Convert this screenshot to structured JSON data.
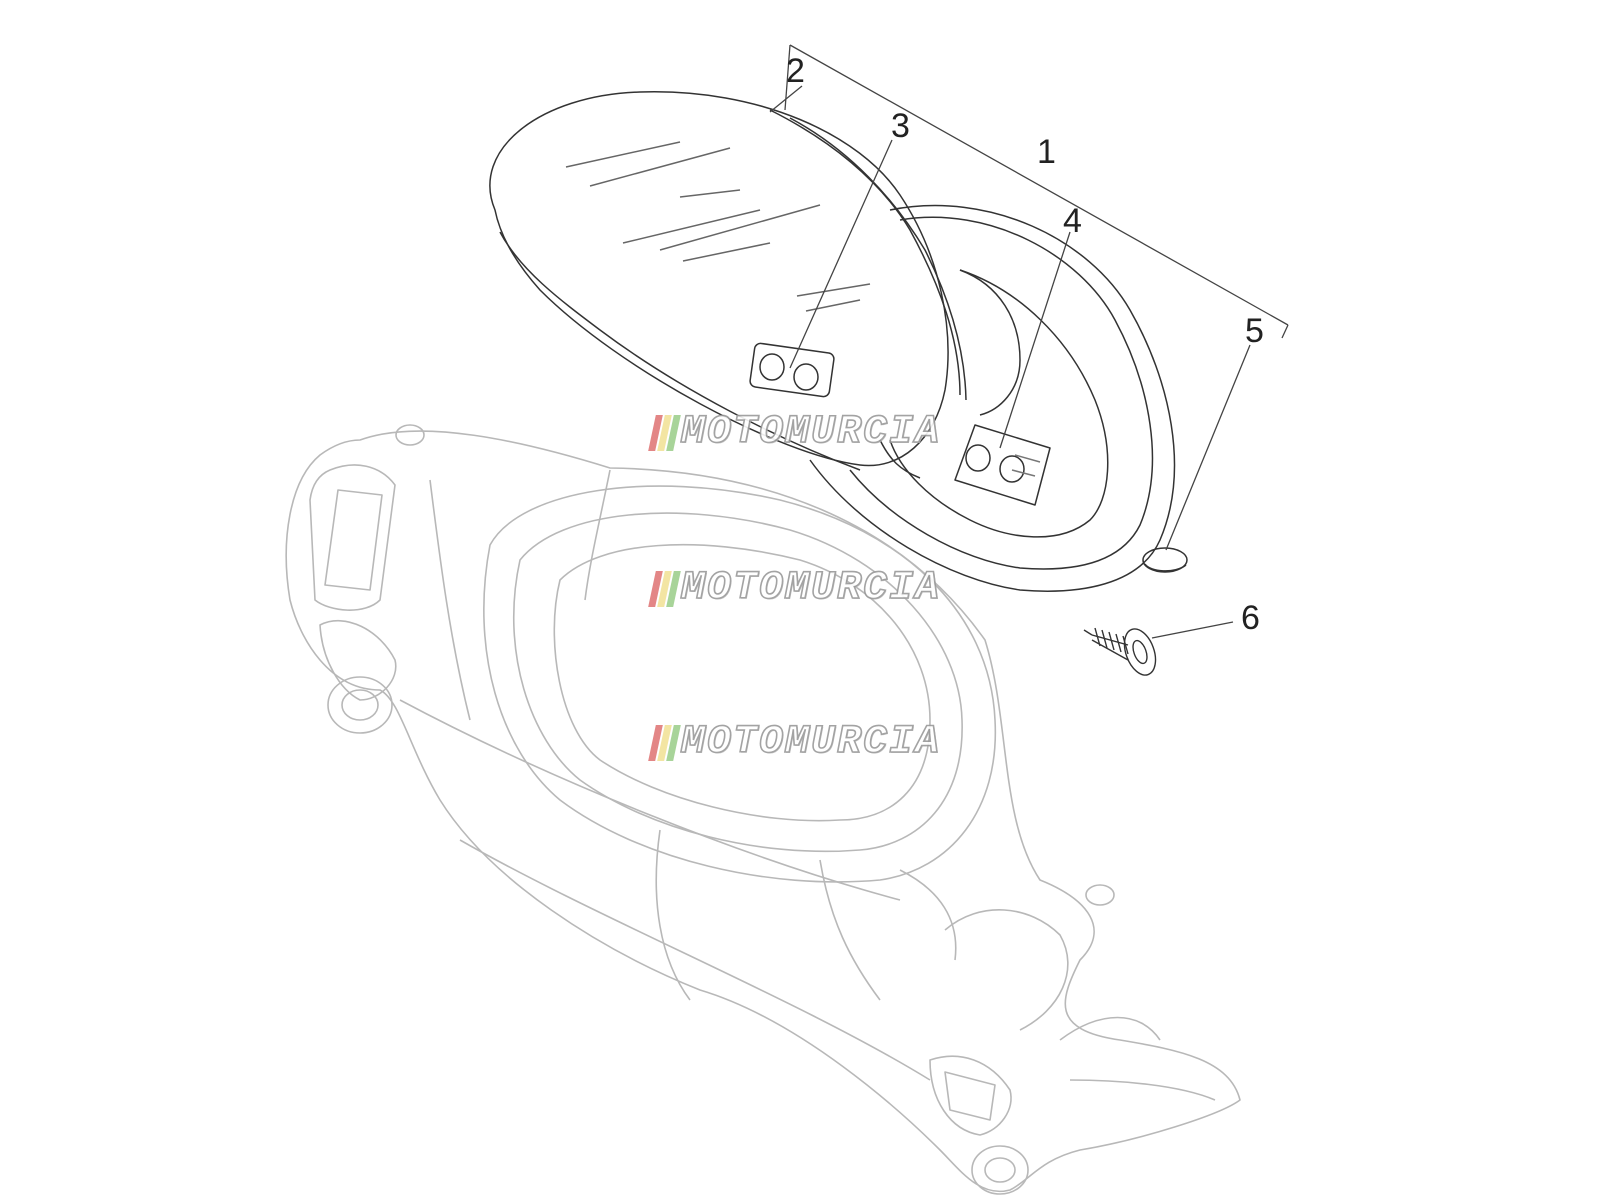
{
  "diagram": {
    "callouts": [
      {
        "id": "1",
        "label": "1"
      },
      {
        "id": "2",
        "label": "2"
      },
      {
        "id": "3",
        "label": "3"
      },
      {
        "id": "4",
        "label": "4"
      },
      {
        "id": "5",
        "label": "5"
      },
      {
        "id": "6",
        "label": "6"
      }
    ],
    "watermark": {
      "text": "MOTOMURCIA",
      "stripe_colors": [
        "#e07a7a",
        "#f2e39a",
        "#9fd08f"
      ],
      "outline_color": "#9a9a9a"
    },
    "colors": {
      "part_line": "#333333",
      "housing_line": "#b8b8b8",
      "leader_line": "#444444"
    }
  }
}
